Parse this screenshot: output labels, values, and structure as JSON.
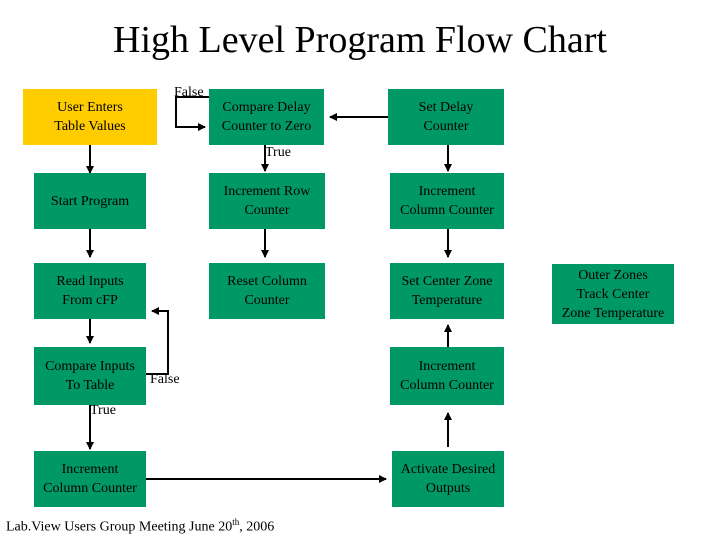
{
  "title": "High Level Program Flow Chart",
  "colors": {
    "box_fill": "#009966",
    "start_box_fill": "#ffcc00",
    "line": "#000000"
  },
  "boxes": {
    "user_enters": "User Enters\nTable Values",
    "compare_delay": "Compare Delay\nCounter to Zero",
    "set_delay": "Set Delay\nCounter",
    "start_program": "Start Program",
    "increment_row": "Increment Row\nCounter",
    "increment_column_1": "Increment\nColumn Counter",
    "read_inputs": "Read Inputs\nFrom cFP",
    "reset_column": "Reset Column\nCounter",
    "set_center_zone": "Set Center Zone\nTemperature",
    "outer_zones": "Outer Zones\nTrack Center\nZone Temperature",
    "compare_inputs": "Compare Inputs\nTo Table",
    "increment_column_2": "Increment\nColumn Counter",
    "increment_column_3": "Increment\nColumn Counter",
    "activate_outputs": "Activate Desired\nOutputs"
  },
  "labels": {
    "false_top": "False",
    "true_top": "True",
    "false_compare": "False",
    "true_compare": "True"
  },
  "footer": {
    "text": "Lab.View Users Group Meeting   June 20",
    "superscript": "th",
    "suffix": ", 2006"
  }
}
